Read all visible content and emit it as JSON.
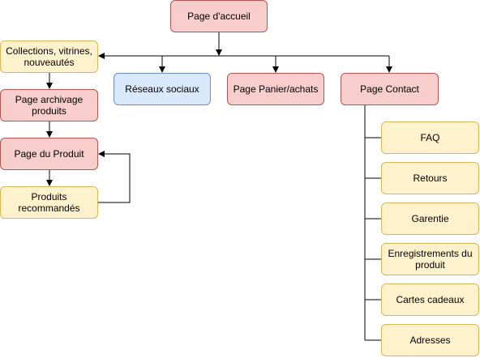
{
  "diagram": {
    "nodes": {
      "home": "Page d'accueil",
      "collections": "Collections, vitrines, nouveautés",
      "archive": "Page archivage produits",
      "product": "Page du Produit",
      "recommended": "Produits recommandés",
      "social": "Réseaux sociaux",
      "cart": "Page Panier/achats",
      "contact": "Page Contact",
      "faq": "FAQ",
      "returns": "Retours",
      "warranty": "Garentie",
      "product_registration": "Enregistrements du produit",
      "gift_cards": "Cartes cadeaux",
      "addresses": "Adresses"
    },
    "colors": {
      "red_fill": "#f8cecc",
      "red_stroke": "#b85450",
      "yellow_fill": "#fff2cc",
      "yellow_stroke": "#d6b656",
      "blue_fill": "#dae8fc",
      "blue_stroke": "#6c8ebf",
      "line": "#000000"
    }
  }
}
